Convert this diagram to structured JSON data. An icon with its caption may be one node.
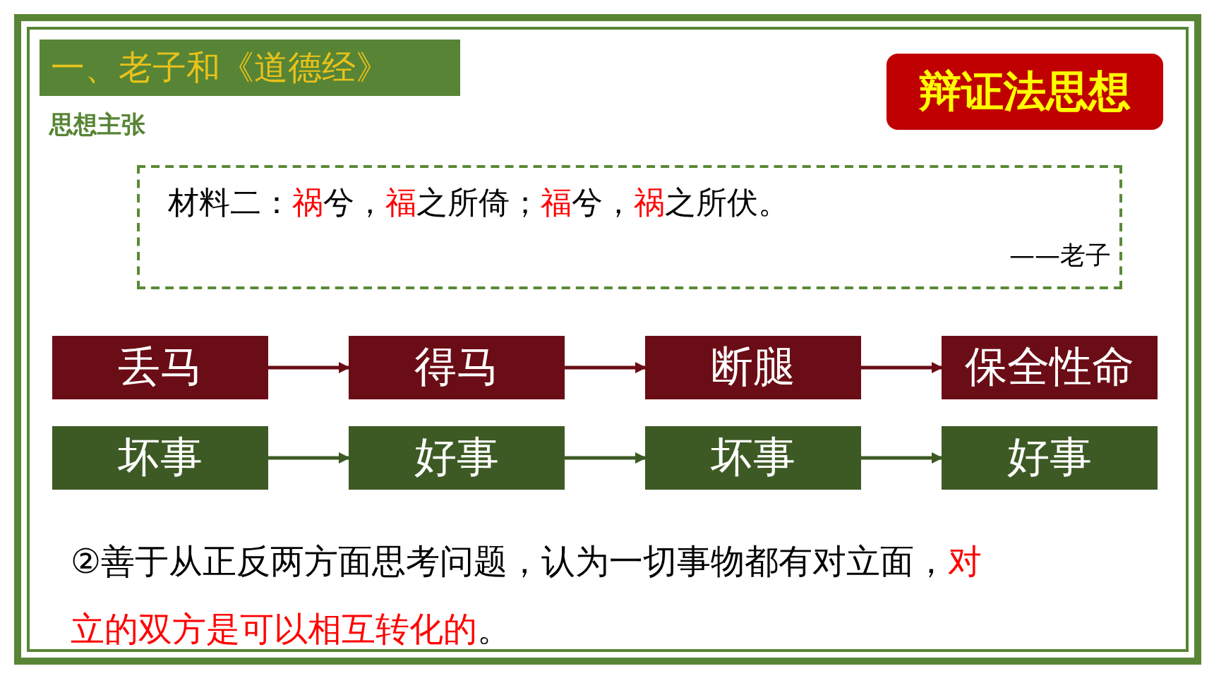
{
  "diagram": {
    "nodes": [
      {
        "text": [
          "一、老子和《道德经》"
        ]
      },
      {
        "text": [
          "辩证法思想"
        ]
      },
      {
        "text": [
          "材料二：**祸**兮，**福**之所倚；**福**兮，**祸**之所伏。",
          "——老子"
        ]
      },
      {
        "text": [
          "丢马"
        ]
      },
      {
        "text": [
          "得马"
        ]
      },
      {
        "text": [
          "断腿"
        ]
      },
      {
        "text": [
          "保全性命"
        ]
      },
      {
        "text": [
          "坏事"
        ]
      },
      {
        "text": [
          "好事"
        ]
      },
      {
        "text": [
          "坏事"
        ]
      },
      {
        "text": [
          "好事"
        ]
      }
    ],
    "edges": [
      {
        "from": 3,
        "to": 4,
        "arrow": "to",
        "color": "#6b0d16"
      },
      {
        "from": 4,
        "to": 5,
        "arrow": "to",
        "color": "#6b0d16"
      },
      {
        "from": 5,
        "to": 6,
        "arrow": "to",
        "color": "#6b0d16"
      },
      {
        "from": 7,
        "to": 8,
        "arrow": "to",
        "color": "#3d5a24"
      },
      {
        "from": 8,
        "to": 9,
        "arrow": "to",
        "color": "#3d5a24"
      },
      {
        "from": 9,
        "to": 10,
        "arrow": "to",
        "color": "#3d5a24"
      }
    ],
    "labels": [
      "思想主张",
      "②善于从正反两方面思考问题，认为一切事物都有对立面，**对立的双方是可以相互转化的**。"
    ]
  }
}
